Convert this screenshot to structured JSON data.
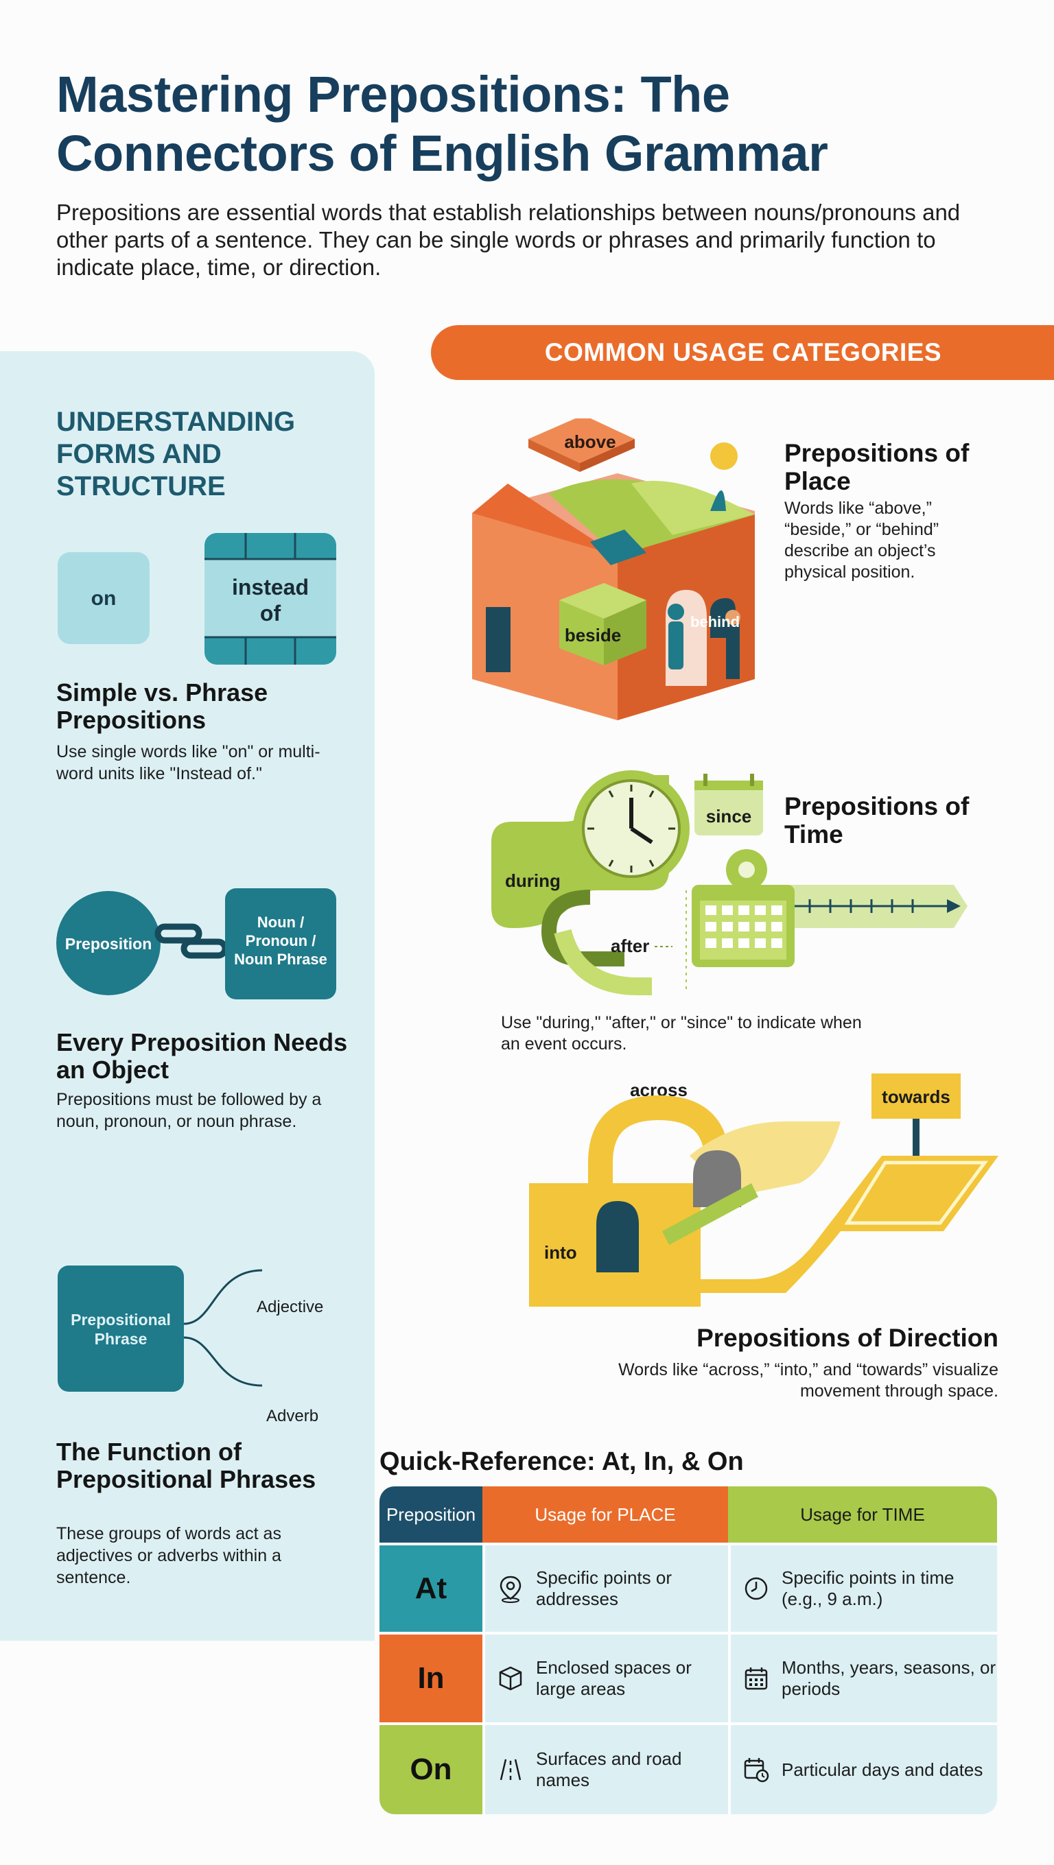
{
  "title": "Mastering Prepositions: The Connectors of English Grammar",
  "intro": "Prepositions are essential words that establish relationships between nouns/pronouns and other parts of a sentence. They can be single words or phrases and primarily function to indicate place, time, or direction.",
  "forms": {
    "heading": "UNDERSTANDING FORMS AND STRUCTURE",
    "simple_box": "on",
    "phrase_box_line1": "instead",
    "phrase_box_line2": "of",
    "simple_heading": "Simple vs. Phrase Prepositions",
    "simple_text": "Use single words like \"on\" or multi-word units like \"Instead of.\"",
    "chain_left": "Preposition",
    "chain_right_1": "Noun /",
    "chain_right_2": "Pronoun /",
    "chain_right_3": "Noun Phrase",
    "object_heading": "Every Preposition Needs an Object",
    "object_text": "Prepositions must be followed by a noun, pronoun, or noun phrase.",
    "phrase_box_a": "Prepositional",
    "phrase_box_b": "Phrase",
    "branch_adjective": "Adjective",
    "branch_adverb": "Adverb",
    "function_heading": "The Function of Prepositional Phrases",
    "function_text": "These groups of words act as adjectives or adverbs within a sentence."
  },
  "usage": {
    "banner": "COMMON USAGE CATEGORIES",
    "place": {
      "heading": "Prepositions of Place",
      "text": "Words like “above,” “beside,” or “behind” describe an object’s physical position.",
      "label_above": "above",
      "label_beside": "beside",
      "label_behind": "behind"
    },
    "time": {
      "heading": "Prepositions of Time",
      "text": "Use \"during,\" \"after,\" or \"since\" to indicate when an event occurs.",
      "label_since": "since",
      "label_during": "during",
      "label_after": "after"
    },
    "direction": {
      "heading": "Prepositions of Direction",
      "text": "Words like “across,” “into,” and “towards” visualize movement through space.",
      "label_across": "across",
      "label_towards": "towards",
      "label_into": "into"
    }
  },
  "table": {
    "heading": "Quick-Reference: At, In, & On",
    "col_prep": "Preposition",
    "col_place": "Usage for PLACE",
    "col_time": "Usage for TIME",
    "rows": [
      {
        "prep": "At",
        "place": "Specific points or addresses",
        "place_icon": "map-pin-icon",
        "time": "Specific points in time (e.g., 9 a.m.)",
        "time_icon": "clock-icon"
      },
      {
        "prep": "In",
        "place": "Enclosed spaces or large areas",
        "place_icon": "box-icon",
        "time": "Months, years, seasons, or periods",
        "time_icon": "calendar-icon"
      },
      {
        "prep": "On",
        "place": "Surfaces and road names",
        "place_icon": "road-icon",
        "time": "Particular days and dates",
        "time_icon": "calendar-clock-icon"
      }
    ]
  },
  "colors": {
    "navy": "#173e5c",
    "teal": "#2a8a96",
    "orange": "#ea6c2b",
    "lime": "#a9c94a",
    "yellow": "#f2c53a",
    "light_teal": "#dcf0f4"
  }
}
